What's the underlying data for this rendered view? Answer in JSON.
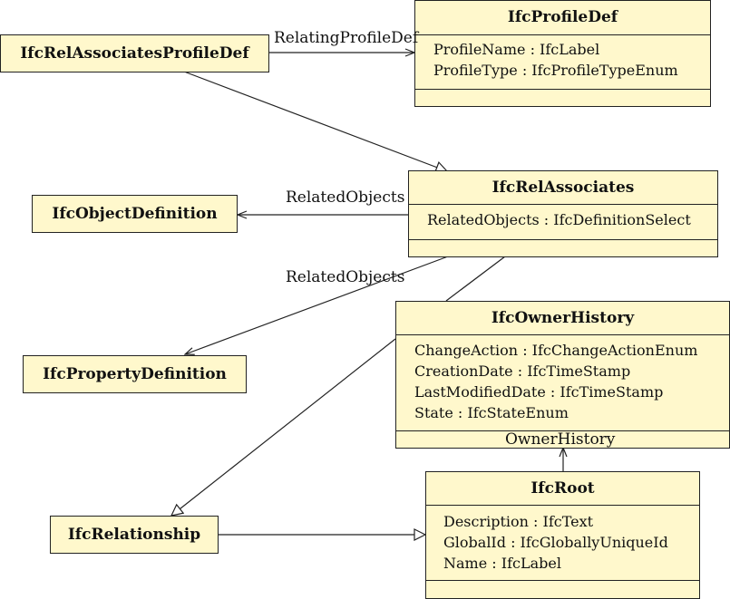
{
  "classes": {
    "rel_assoc_profile_def": {
      "name": "IfcRelAssociatesProfileDef"
    },
    "profile_def": {
      "name": "IfcProfileDef",
      "attributes": [
        "ProfileName : IfcLabel",
        "ProfileType : IfcProfileTypeEnum"
      ]
    },
    "object_definition": {
      "name": "IfcObjectDefinition"
    },
    "rel_associates": {
      "name": "IfcRelAssociates",
      "attributes": [
        "RelatedObjects : IfcDefinitionSelect"
      ]
    },
    "property_definition": {
      "name": "IfcPropertyDefinition"
    },
    "owner_history": {
      "name": "IfcOwnerHistory",
      "attributes": [
        "ChangeAction : IfcChangeActionEnum",
        "CreationDate : IfcTimeStamp",
        "LastModifiedDate : IfcTimeStamp",
        "State : IfcStateEnum"
      ]
    },
    "relationship": {
      "name": "IfcRelationship"
    },
    "root": {
      "name": "IfcRoot",
      "attributes": [
        "Description : IfcText",
        "GlobalId : IfcGloballyUniqueId",
        "Name : IfcLabel"
      ]
    }
  },
  "associations": {
    "relating_profile_def": "RelatingProfileDef",
    "related_objects_1": "RelatedObjects",
    "related_objects_2": "RelatedObjects",
    "owner_history": "OwnerHistory"
  }
}
